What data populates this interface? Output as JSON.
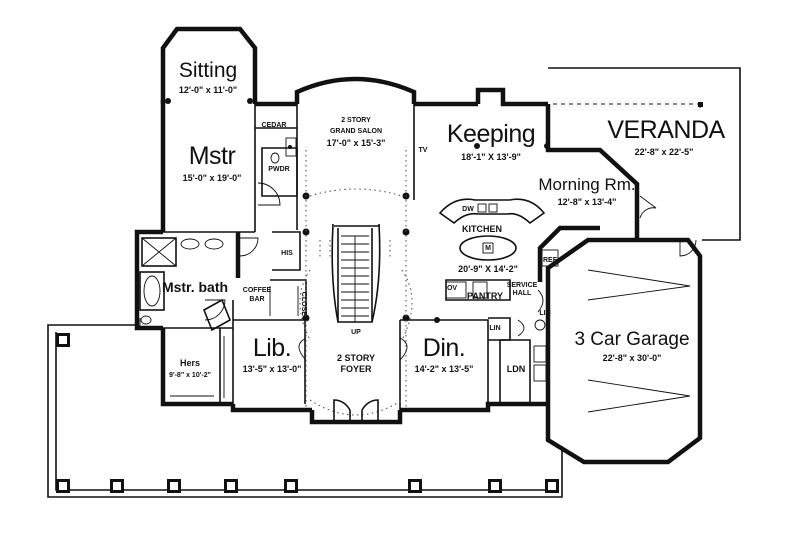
{
  "rooms": {
    "sitting": {
      "name": "Sitting",
      "dims": "12'-0\" x 11'-0\""
    },
    "master": {
      "name": "Mstr",
      "dims": "15'-0\" x 19'-0\""
    },
    "grand_salon": {
      "line1": "2 STORY",
      "line2": "GRAND SALON",
      "dims": "17'-0\" x 15'-3\""
    },
    "keeping": {
      "name": "Keeping",
      "dims": "18'-1\" X 13'-9\""
    },
    "veranda": {
      "name": "VERANDA",
      "dims": "22'-8\" x 22'-5\""
    },
    "morning": {
      "name": "Morning Rm.",
      "dims": "12'-8\" x 13'-4\""
    },
    "kitchen": {
      "name": "KITCHEN",
      "dims": "20'-9\" X 14'-2\""
    },
    "master_bath": {
      "name": "Mstr. bath"
    },
    "library": {
      "name": "Lib.",
      "dims": "13'-5\" x 13'-0\""
    },
    "foyer": {
      "line1": "2 STORY",
      "line2": "FOYER"
    },
    "dining": {
      "name": "Din.",
      "dims": "14'-2\" x 13'-5\""
    },
    "garage": {
      "name": "3 Car Garage",
      "dims": "22'-8\" x 30'-0\""
    },
    "hers": {
      "name": "Hers",
      "dims": "9'-8\" x 10'-2\""
    },
    "ldn": {
      "name": "LDN"
    }
  },
  "labels": {
    "cedar": "CEDAR",
    "pwdr": "PWDR",
    "his": "HIS",
    "coffee": "COFFEE",
    "bar": "BAR",
    "pantry": "PANTRY",
    "lin1": "LIN",
    "lin2": "LIN",
    "service": "SERVICE",
    "hall": "HALL",
    "up": "UP",
    "dw": "DW",
    "ov": "OV",
    "m": "M",
    "ref": "REF",
    "closet": "CLOSET",
    "tv": "TV"
  }
}
